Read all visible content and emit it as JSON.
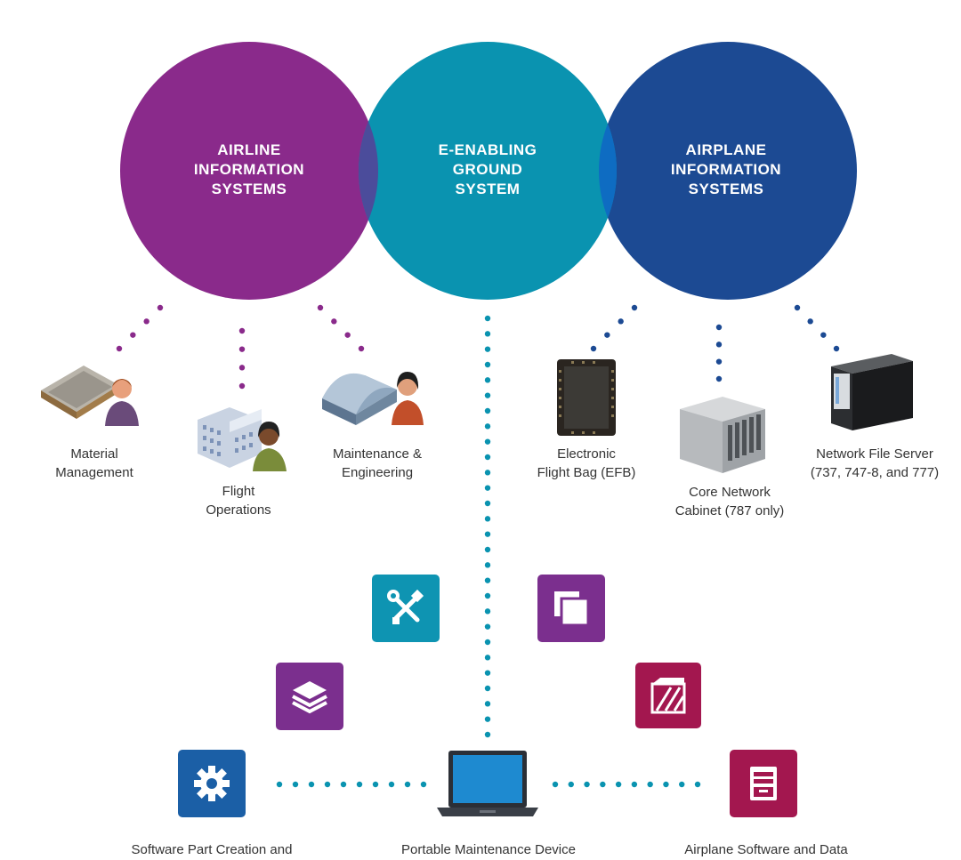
{
  "circles": {
    "airline": {
      "title": "AIRLINE\nINFORMATION\nSYSTEMS",
      "color": "#8A2A8B"
    },
    "ground": {
      "title": "E-ENABLING\nGROUND\nSYSTEM",
      "color": "#0A93B0"
    },
    "airplane": {
      "title": "AIRPLANE\nINFORMATION\nSYSTEMS",
      "color": "#1C4A93"
    }
  },
  "airline_items": [
    {
      "label": "Material\nManagement",
      "icon": "warehouse-person-icon"
    },
    {
      "label": "Flight\nOperations",
      "icon": "office-building-person-icon"
    },
    {
      "label": "Maintenance &\nEngineering",
      "icon": "hangar-person-icon"
    }
  ],
  "airplane_items": [
    {
      "label": "Electronic\nFlight Bag (EFB)",
      "icon": "efb-tablet-icon"
    },
    {
      "label": "Core Network\nCabinet (787 only)",
      "icon": "network-cabinet-icon"
    },
    {
      "label": "Network File Server\n(737, 747-8, and 777)",
      "icon": "file-server-icon"
    }
  ],
  "bottom": {
    "left_label": "Software Part Creation and",
    "center_label": "Portable Maintenance Device",
    "right_label": "Airplane Software and Data"
  },
  "tiles": [
    {
      "name": "settings-gear-icon",
      "color": "#1B5FA6"
    },
    {
      "name": "layers-stack-icon",
      "color": "#7B2F8E"
    },
    {
      "name": "tools-wrench-screwdriver-icon",
      "color": "#0E94B2"
    },
    {
      "name": "copy-windows-icon",
      "color": "#7B2F8E"
    },
    {
      "name": "crate-box-icon",
      "color": "#A3174F"
    },
    {
      "name": "file-cabinet-drawer-icon",
      "color": "#A3174F"
    }
  ],
  "dot_colors": {
    "airline": "#8A2A8B",
    "ground": "#0A93B0",
    "airplane": "#1C4A93"
  }
}
